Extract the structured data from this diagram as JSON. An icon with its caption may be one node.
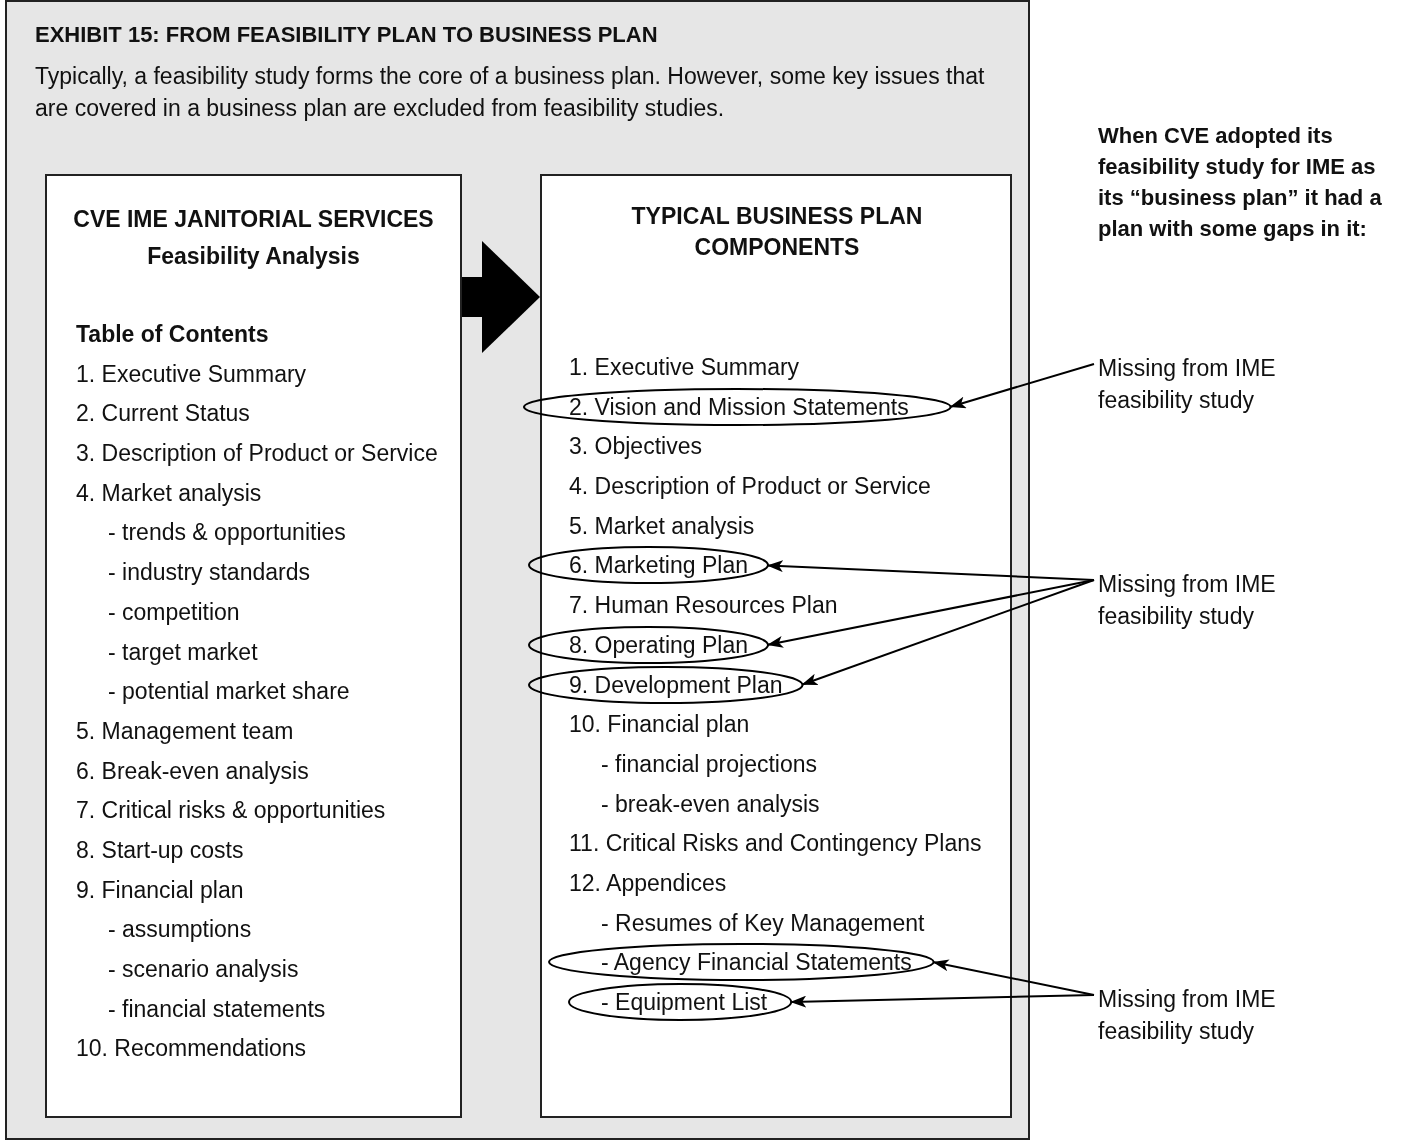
{
  "diagram": {
    "nodes": [
      {
        "text": [
          "EXHIBIT 15: FROM FEASIBILITY PLAN TO BUSINESS PLAN",
          "Typically, a feasibility study forms the core of a business plan. However, some key issues that are covered in a business plan are excluded from feasibility studies."
        ]
      },
      {
        "text": [
          "CVE IME JANITORIAL SERVICES",
          "Feasibility Analysis",
          "Table of Contents",
          "1. Executive Summary",
          "2. Current Status",
          "3. Description of Product or Service",
          "4. Market analysis",
          "- trends & opportunities",
          "- industry standards",
          "- competition",
          "- target market",
          "- potential market share",
          "5. Management team",
          "6. Break-even analysis",
          "7. Critical risks & opportunities",
          "8. Start-up costs",
          "9. Financial plan",
          "- assumptions",
          "- scenario analysis",
          "- financial statements",
          "10. Recommendations"
        ],
        "in": 0
      },
      {
        "text": [
          "TYPICAL BUSINESS PLAN COMPONENTS",
          "1. Executive Summary",
          "3. Objectives",
          "4. Description of Product or Service",
          "5. Market analysis",
          "7. Human Resources Plan",
          "10. Financial plan",
          "- financial projections",
          "- break-even analysis",
          "11. Critical Risks and Contingency Plans",
          "12. Appendices",
          "- Resumes of Key Management"
        ],
        "in": 0
      },
      {
        "text": [
          "2. Vision and Mission Statements"
        ],
        "in": 2
      },
      {
        "text": [
          "6. Marketing Plan"
        ],
        "in": 2
      },
      {
        "text": [
          "8. Operating Plan"
        ],
        "in": 2
      },
      {
        "text": [
          "9. Development Plan"
        ],
        "in": 2
      },
      {
        "text": [
          "- Agency Financial Statements"
        ],
        "in": 2
      },
      {
        "text": [
          "- Equipment List"
        ],
        "in": 2
      },
      {
        "text": [
          "Missing from IME feasibility study"
        ]
      },
      {
        "text": [
          "Missing from IME feasibility study"
        ]
      },
      {
        "text": [
          "Missing from IME feasibility study"
        ]
      }
    ],
    "edges": [
      {
        "from": 1,
        "to": 2,
        "arrow": "to",
        "style": "thick"
      },
      {
        "from": 9,
        "to": 3,
        "arrow": "to"
      },
      {
        "from": 10,
        "to": 4,
        "arrow": "to"
      },
      {
        "from": 10,
        "to": 5,
        "arrow": "to"
      },
      {
        "from": 10,
        "to": 6,
        "arrow": "to"
      },
      {
        "from": 11,
        "to": 7,
        "arrow": "to"
      },
      {
        "from": 11,
        "to": 8,
        "arrow": "to"
      }
    ],
    "labels": [
      "When CVE adopted its feasibility study for IME as its “business plan” it had a plan with some gaps in it:"
    ]
  }
}
